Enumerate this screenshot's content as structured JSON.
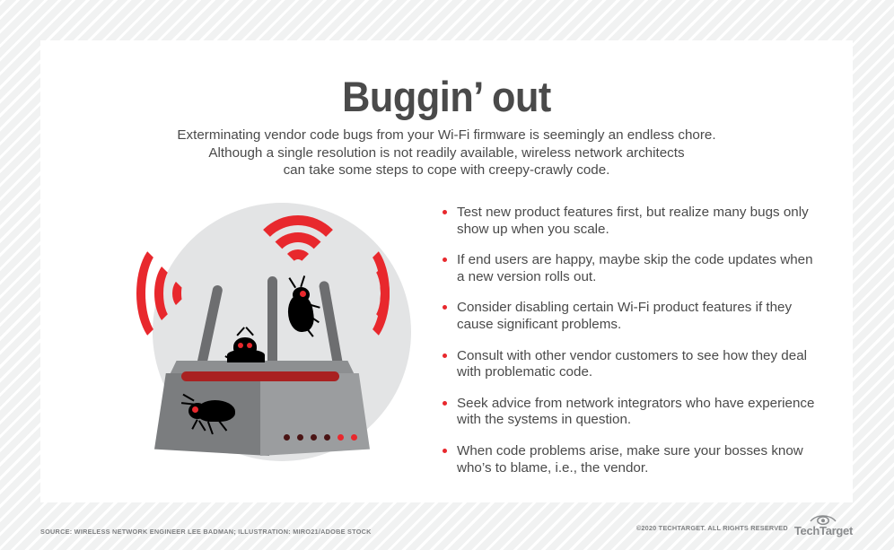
{
  "header": {
    "title": "Buggin’ out",
    "subtitle_lines": [
      "Exterminating vendor code bugs from your Wi-Fi firmware is seemingly an endless chore.",
      "Although a single resolution is not readily available, wireless network architects",
      "can take some steps to cope with creepy-crawly code."
    ]
  },
  "illustration": {
    "name": "wifi-router-with-bugs",
    "circle_color": "#e3e4e5",
    "signal_color": "#e8282d",
    "router_top_color": "#8d8f91",
    "router_left_color": "#7b7d7f",
    "router_right_color": "#9b9d9f",
    "stripe_color": "#a92121",
    "antenna_color": "#6d6e70",
    "bug_color": "#000000",
    "bug_eye_color": "#e8282d",
    "leds": [
      "#4a1414",
      "#4a1414",
      "#4a1414",
      "#4a1414",
      "#e8282d",
      "#e8282d"
    ]
  },
  "bullets": [
    "Test new product features first, but realize many bugs only show up when you scale.",
    "If end users are happy, maybe skip the code updates when a new version rolls out.",
    "Consider disabling certain Wi-Fi product features if they cause significant problems.",
    "Consult with other vendor customers to see how they deal with problematic code.",
    "Seek advice from network integrators who have experience with the systems in question.",
    "When code problems arise, make sure your bosses know who’s to blame, i.e., the vendor."
  ],
  "footer": {
    "source": "SOURCE: WIRELESS NETWORK ENGINEER LEE BADMAN; ILLUSTRATION:  MIRO21/ADOBE STOCK",
    "copyright": "©2020 TECHTARGET. ALL RIGHTS RESERVED",
    "logo_text": "TechTarget"
  },
  "colors": {
    "accent_red": "#e8282d",
    "text_gray": "#4a4a4a",
    "footer_gray": "#7d7f81"
  }
}
